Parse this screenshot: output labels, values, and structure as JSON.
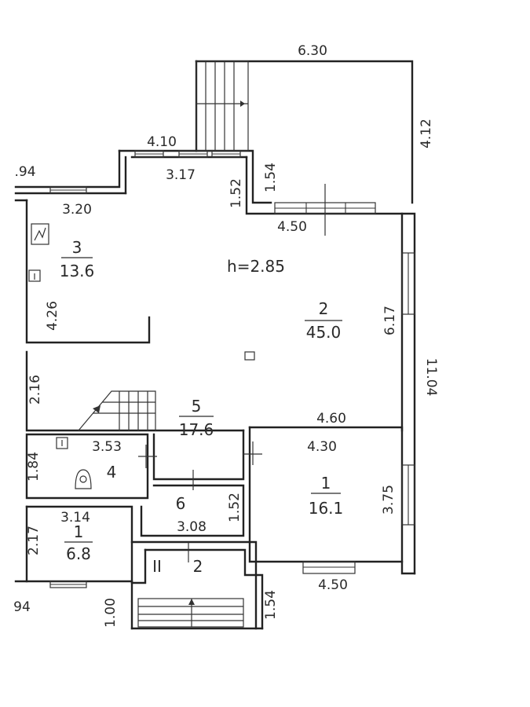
{
  "plan": {
    "ceiling_height": "h=2.85",
    "rooms": [
      {
        "id": "3",
        "number": "3",
        "area": "13.6"
      },
      {
        "id": "2",
        "number": "2",
        "area": "45.0"
      },
      {
        "id": "5",
        "number": "5",
        "area": "17.6"
      },
      {
        "id": "4",
        "number": "4",
        "area": ""
      },
      {
        "id": "1a",
        "number": "1",
        "area": "16.1"
      },
      {
        "id": "6",
        "number": "6",
        "area": ""
      },
      {
        "id": "1b",
        "number": "1",
        "area": "6.8"
      },
      {
        "id": "2b",
        "number": "2",
        "area": ""
      }
    ],
    "dimensions": {
      "d_630": "6.30",
      "d_412": "4.12",
      "d_410": "4.10",
      "d_317": "3.17",
      "d_094_top": ".94",
      "d_154_top": "1.54",
      "d_152_top": "1.52",
      "d_320": "3.20",
      "d_450_top": "4.50",
      "d_426": "4.26",
      "d_617": "6.17",
      "d_1104": "11.04",
      "d_216": "2.16",
      "d_460": "4.60",
      "d_430": "4.30",
      "d_353": "3.53",
      "d_184": "1.84",
      "d_375": "3.75",
      "d_152_mid": "1.52",
      "d_314": "3.14",
      "d_308": "3.08",
      "d_217": "2.17",
      "d_094_bot": "94",
      "d_100": "1.00",
      "d_154_bot": "1.54",
      "d_450_bot": "4.50"
    },
    "symbols": {
      "gauge_mark": "II"
    }
  }
}
